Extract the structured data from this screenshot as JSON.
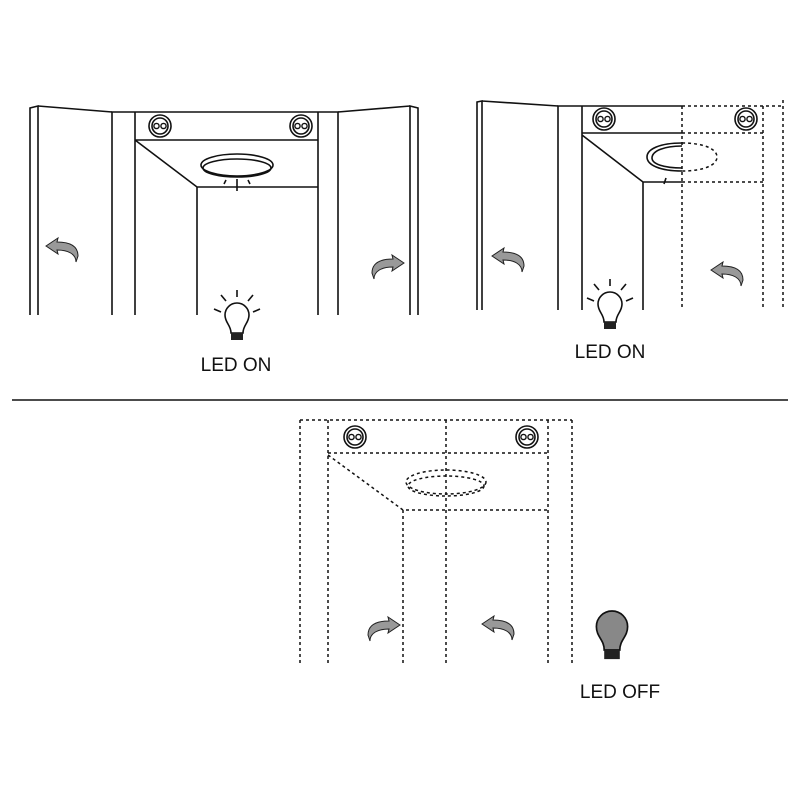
{
  "panels": [
    {
      "label": "LED ON",
      "state": "both doors open"
    },
    {
      "label": "LED ON",
      "state": "one door closed"
    },
    {
      "label": "LED OFF",
      "state": "both doors closed"
    }
  ],
  "colors": {
    "line": "#111111",
    "arrow": "#999999",
    "bulb_off": "#888888"
  }
}
